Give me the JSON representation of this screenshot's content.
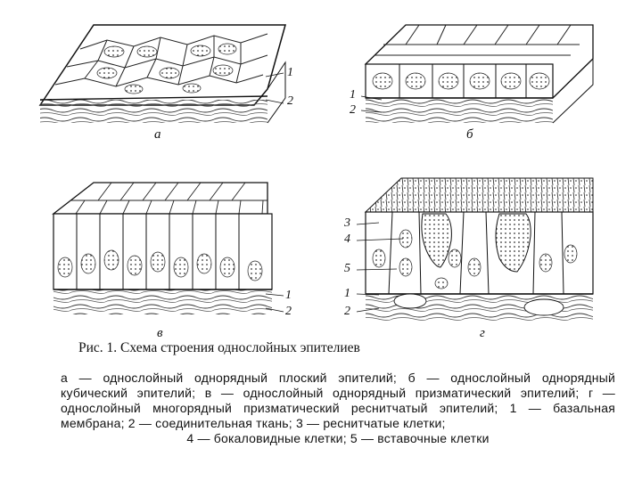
{
  "panels": {
    "a": {
      "label": "а",
      "markers": [
        "1",
        "2"
      ]
    },
    "b": {
      "label": "б",
      "markers": [
        "1",
        "2"
      ]
    },
    "v": {
      "label": "в",
      "markers": [
        "1",
        "2"
      ]
    },
    "g": {
      "label": "г",
      "markers": [
        "3",
        "4",
        "5",
        "1",
        "2"
      ]
    }
  },
  "caption": "Рис. 1. Схема строения однослойных эпителиев",
  "legend": {
    "text": "а — однослойный однорядный плоский эпителий; б — однослойный однорядный кубический эпителий; в — однослойный однорядный призматический эпителий; г — однослойный многорядный призматический реснитчатый эпителий; 1 — базальная мембрана; 2 — соединительная ткань; 3 — реснитчатые клетки;",
    "last_line": "4 — бокаловидные клетки; 5 — вставочные клетки"
  }
}
